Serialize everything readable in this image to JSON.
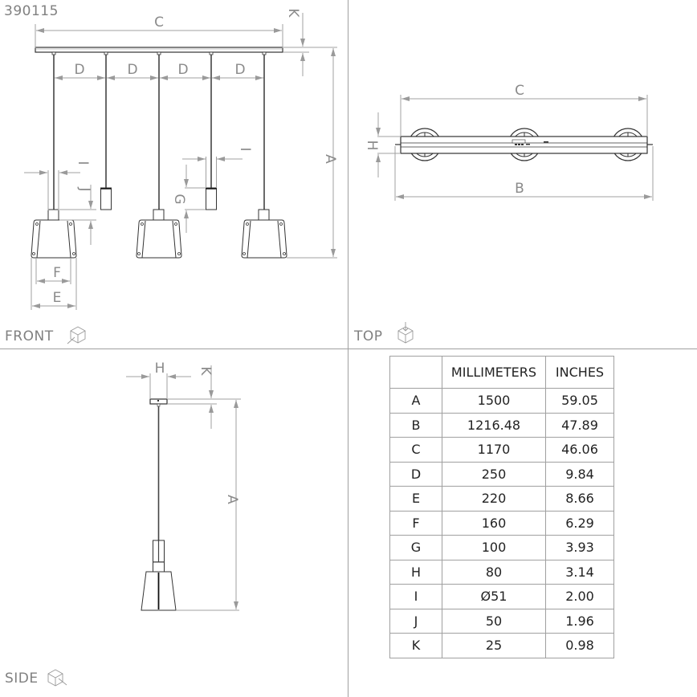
{
  "model_number": "390115",
  "views": {
    "front": {
      "label": "FRONT",
      "icon": "isometric-cube-front-icon"
    },
    "top": {
      "label": "TOP",
      "icon": "isometric-cube-top-icon"
    },
    "side": {
      "label": "SIDE",
      "icon": "isometric-cube-side-icon"
    }
  },
  "front_dimensions": {
    "C": "C",
    "K": "K",
    "D1": "D",
    "D2": "D",
    "D3": "D",
    "D4": "D",
    "A": "A",
    "I1": "I",
    "I2": "I",
    "J": "J",
    "G": "G",
    "F": "F",
    "E": "E"
  },
  "top_dimensions": {
    "C": "C",
    "H": "H",
    "B": "B"
  },
  "side_dimensions": {
    "H": "H",
    "K": "K",
    "A": "A"
  },
  "colors": {
    "dimension_line": "#a0a0a0",
    "drawing_line": "#333333",
    "label_text": "#808080",
    "table_text": "#222222",
    "table_border": "#a0a0a0"
  },
  "table": {
    "headers": [
      "",
      "MILLIMETERS",
      "INCHES"
    ],
    "rows": [
      {
        "key": "A",
        "mm": "1500",
        "in": "59.05"
      },
      {
        "key": "B",
        "mm": "1216.48",
        "in": "47.89"
      },
      {
        "key": "C",
        "mm": "1170",
        "in": "46.06"
      },
      {
        "key": "D",
        "mm": "250",
        "in": "9.84"
      },
      {
        "key": "E",
        "mm": "220",
        "in": "8.66"
      },
      {
        "key": "F",
        "mm": "160",
        "in": "6.29"
      },
      {
        "key": "G",
        "mm": "100",
        "in": "3.93"
      },
      {
        "key": "H",
        "mm": "80",
        "in": "3.14"
      },
      {
        "key": "I",
        "mm": "Ø51",
        "in": "2.00"
      },
      {
        "key": "J",
        "mm": "50",
        "in": "1.96"
      },
      {
        "key": "K",
        "mm": "25",
        "in": "0.98"
      }
    ]
  }
}
